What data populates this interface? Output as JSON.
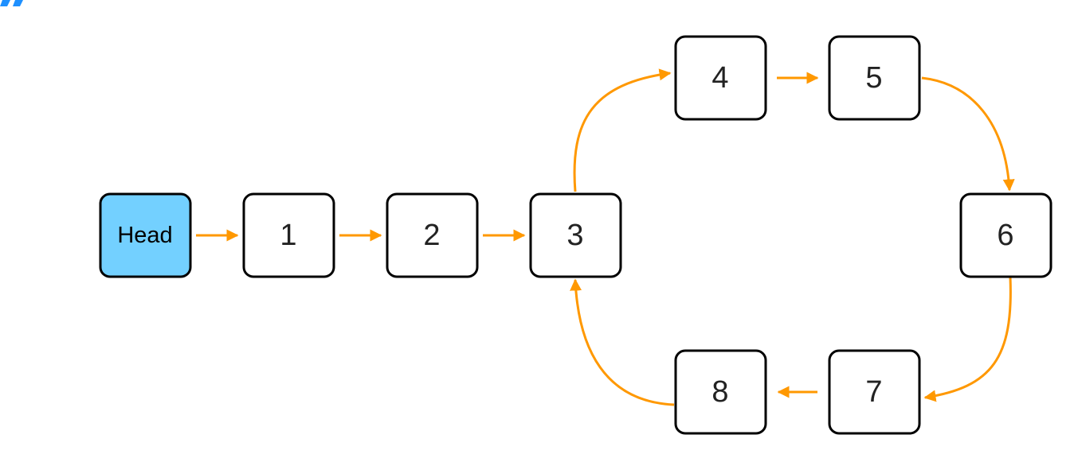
{
  "diagram": {
    "head": {
      "label": "Head"
    },
    "nodes": [
      {
        "id": "n1",
        "label": "1"
      },
      {
        "id": "n2",
        "label": "2"
      },
      {
        "id": "n3",
        "label": "3"
      },
      {
        "id": "n4",
        "label": "4"
      },
      {
        "id": "n5",
        "label": "5"
      },
      {
        "id": "n6",
        "label": "6"
      },
      {
        "id": "n7",
        "label": "7"
      },
      {
        "id": "n8",
        "label": "8"
      }
    ],
    "edges": [
      {
        "from": "head",
        "to": "n1"
      },
      {
        "from": "n1",
        "to": "n2"
      },
      {
        "from": "n2",
        "to": "n3"
      },
      {
        "from": "n3",
        "to": "n4"
      },
      {
        "from": "n4",
        "to": "n5"
      },
      {
        "from": "n5",
        "to": "n6"
      },
      {
        "from": "n6",
        "to": "n7"
      },
      {
        "from": "n7",
        "to": "n8"
      },
      {
        "from": "n8",
        "to": "n3"
      }
    ],
    "colors": {
      "head_fill": "#73d0ff",
      "node_fill": "#ffffff",
      "border": "#000000",
      "arrow": "#ff9800",
      "corner_mark": "#1e90ff"
    }
  }
}
